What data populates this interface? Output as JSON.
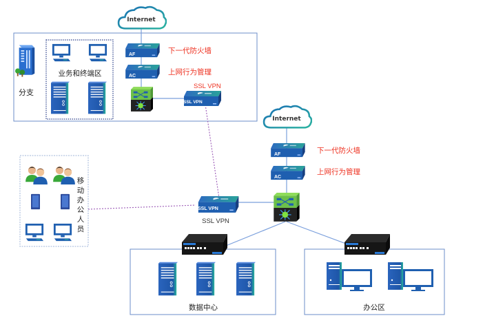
{
  "branch": {
    "label": "分支",
    "zone_label": "业务和终端区",
    "internet_label": "Internet",
    "af_tag": "AF",
    "ac_tag": "AC",
    "af_desc": "下一代防火墙",
    "ac_desc": "上网行为管理",
    "sslvpn_tag": "SSL VPN",
    "sslvpn_desc": "SSL  VPN"
  },
  "hq": {
    "internet_label": "Internet",
    "af_tag": "AF",
    "ac_tag": "AC",
    "af_desc": "下一代防火墙",
    "ac_desc": "上网行为管理",
    "sslvpn_tag": "SSL VPN",
    "sslvpn_desc": "SSL  VPN"
  },
  "mobile": {
    "label_chars": [
      "移",
      "动",
      "办",
      "公",
      "人",
      "员"
    ]
  },
  "datacenter": {
    "label": "数据中心"
  },
  "office": {
    "label": "办公区"
  },
  "colors": {
    "device_blue": "#1f5fb0",
    "device_top": "#2a9a8e",
    "link_blue": "#7a9fdc",
    "vpn_link": "#9b59b6",
    "label_red": "#ee3322",
    "frame": "#6b8cc8"
  }
}
